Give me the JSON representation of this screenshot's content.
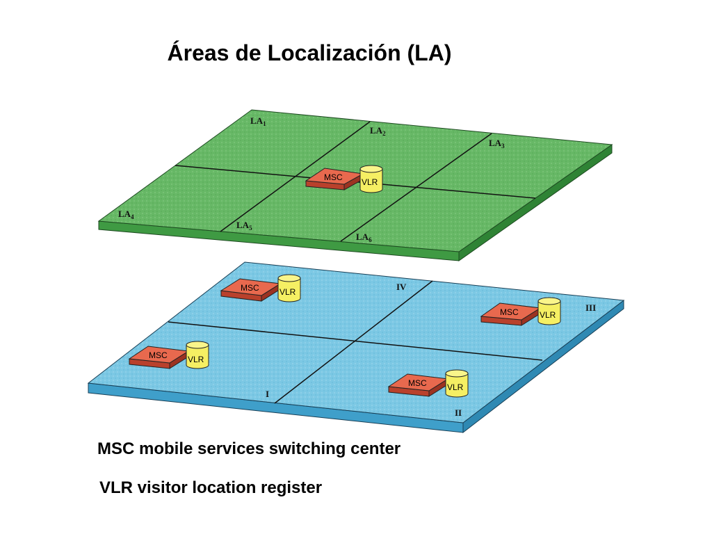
{
  "title": "Áreas de Localización (LA)",
  "colors": {
    "green_plane": "#67b866",
    "green_edge": "#3f9a43",
    "blue_plane": "#7cc8e4",
    "blue_edge": "#3f9fca",
    "msc": "#e8694e",
    "vlr": "#f5ef63"
  },
  "la_labels": [
    {
      "main": "LA",
      "sub": "1"
    },
    {
      "main": "LA",
      "sub": "2"
    },
    {
      "main": "LA",
      "sub": "3"
    },
    {
      "main": "LA",
      "sub": "4"
    },
    {
      "main": "LA",
      "sub": "5"
    },
    {
      "main": "LA",
      "sub": "6"
    }
  ],
  "regions": [
    "I",
    "II",
    "III",
    "IV"
  ],
  "msc_label": "MSC",
  "vlr_label": "VLR",
  "legend": {
    "msc": "MSC mobile services switching center",
    "vlr": "VLR visitor location register"
  }
}
